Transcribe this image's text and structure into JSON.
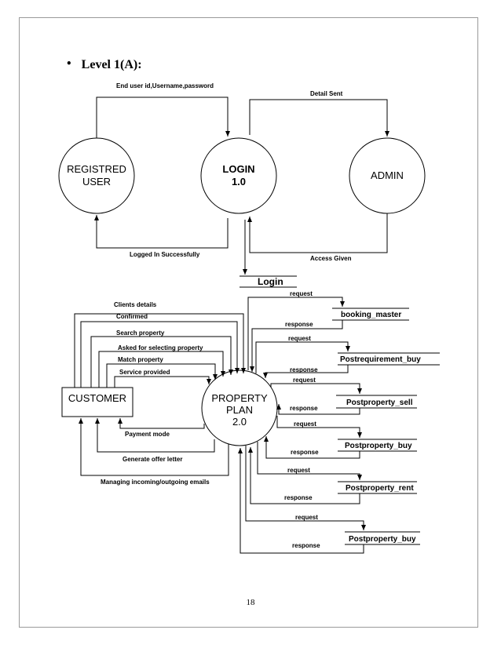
{
  "heading": {
    "bullet": "•",
    "text": "Level 1(A):"
  },
  "nodes": {
    "registred_user": {
      "line1": "REGISTRED",
      "line2": "USER"
    },
    "login": {
      "line1": "LOGIN",
      "line2": "1.0"
    },
    "admin": {
      "label": "ADMIN"
    },
    "customer": {
      "label": "CUSTOMER"
    },
    "property": {
      "line1": "PROPERTY",
      "line2": "PLAN",
      "line3": "2.0"
    }
  },
  "stores": {
    "login": "Login",
    "booking_master": "booking_master",
    "postrequirement_buy": "Postrequirement_buy",
    "postproperty_sell": "Postproperty_sell",
    "postproperty_buy_1": "Postproperty_buy",
    "postproperty_rent": "Postproperty_rent",
    "postproperty_buy_2": "Postproperty_buy"
  },
  "flows": {
    "end_user": "End user id,Username,password",
    "detail_sent": "Detail Sent",
    "logged_in": "Logged In Successfully",
    "access_given": "Access Given",
    "clients_details": "Clients details",
    "confirmed": "Confirmed",
    "search_property": "Search property",
    "asked_selecting": "Asked for selecting property",
    "match_property": "Match property",
    "service_provided": "Service provided",
    "payment_mode": "Payment mode",
    "generate_offer": "Generate offer letter",
    "managing_emails": "Managing incoming/outgoing emails",
    "request": "request",
    "response": "response"
  },
  "page_number": "18"
}
